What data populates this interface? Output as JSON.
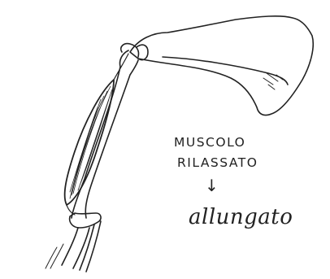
{
  "labels": {
    "line1": "MUSCOLO",
    "line2": "RILASSATO",
    "arrow": "↓",
    "result": "allungato"
  },
  "colors": {
    "ink": "#222222",
    "background": "#ffffff"
  }
}
